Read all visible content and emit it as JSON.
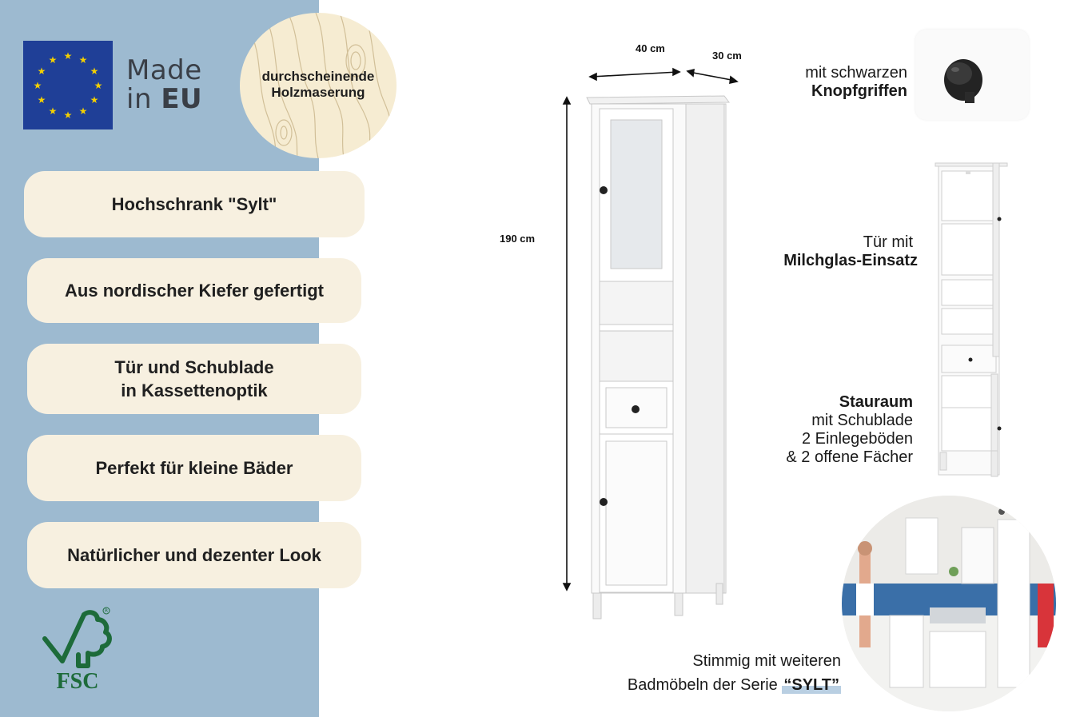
{
  "badges": {
    "made_in_line1": "Made",
    "made_in_prefix": "in ",
    "made_in_bold": "EU",
    "wood_line1": "durchscheinende",
    "wood_line2": "Holzmaserung",
    "fsc": "FSC"
  },
  "features": [
    "Hochschrank \"Sylt\"",
    "Aus nordischer Kiefer gefertigt",
    "Tür und Schublade\nin Kassettenoptik",
    "Perfekt für kleine Bäder",
    "Natürlicher und dezenter Look"
  ],
  "dimensions": {
    "width": "40 cm",
    "depth": "30 cm",
    "height": "190 cm"
  },
  "captions": {
    "knob_line1": "mit schwarzen",
    "knob_line2": "Knopfgriffen",
    "door_line1": "Tür mit",
    "door_line2": "Milchglas-Einsatz",
    "storage_title": "Stauraum",
    "storage_line1": "mit Schublade",
    "storage_line2": "2 Einlegeböden",
    "storage_line3": "& 2 offene Fächer",
    "series_line1": "Stimmig mit weiteren",
    "series_line2": "Badmöbeln der Serie ",
    "series_name": "“SYLT”"
  },
  "colors": {
    "panel": "#9dbad0",
    "pill": "#f7f0e0",
    "eu_blue": "#1f3f97",
    "eu_star": "#f4d000",
    "fsc_green": "#1d6b3a"
  }
}
